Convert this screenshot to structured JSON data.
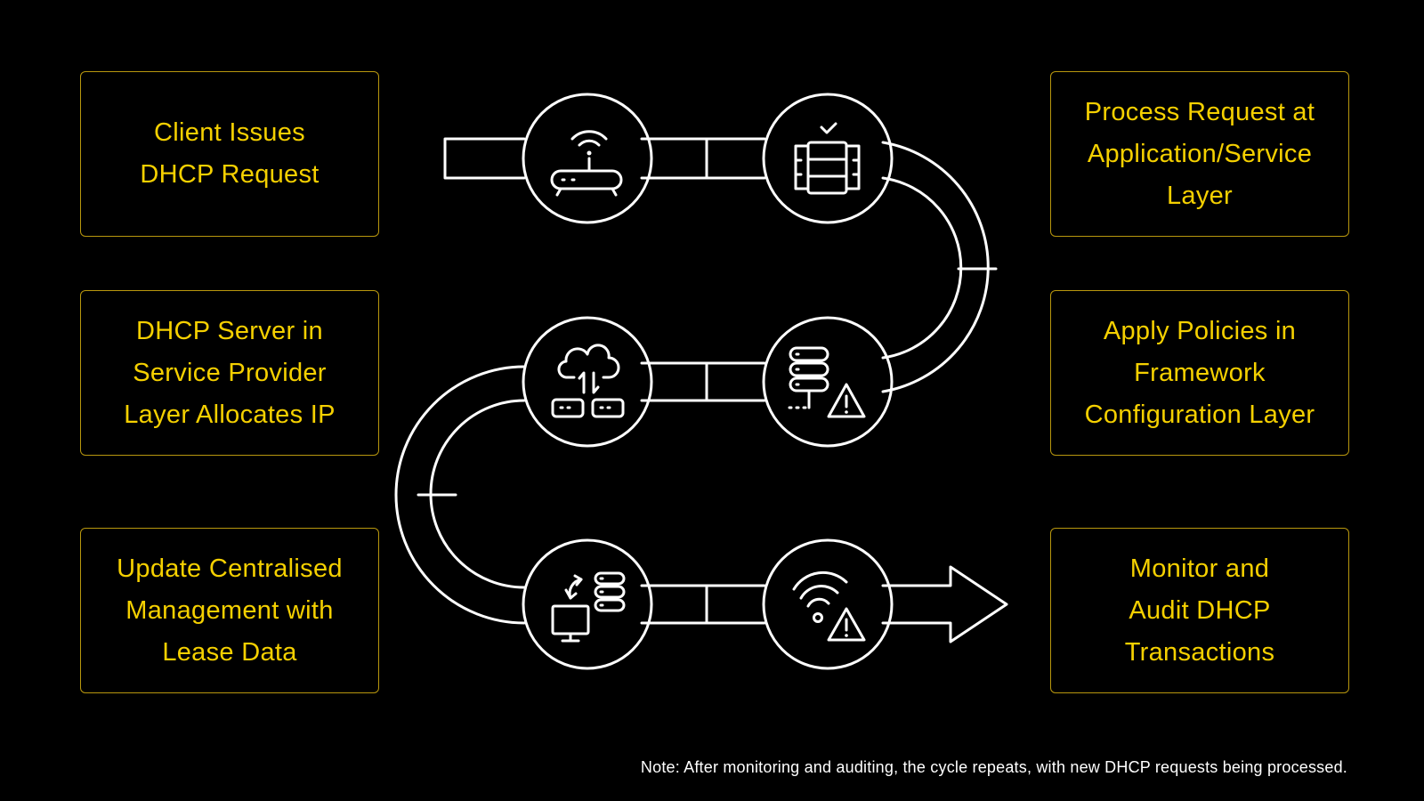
{
  "steps": {
    "left": [
      {
        "label": "Client Issues DHCP Request",
        "lines": [
          "Client Issues",
          "DHCP Request"
        ]
      },
      {
        "label": "DHCP Server in Service Provider Layer Allocates IP",
        "lines": [
          "DHCP Server in",
          "Service Provider",
          "Layer Allocates IP"
        ]
      },
      {
        "label": "Update Centralised Management with Lease Data",
        "lines": [
          "Update Centralised",
          "Management with",
          "Lease Data"
        ]
      }
    ],
    "right": [
      {
        "label": "Process Request at Application/Service Layer",
        "lines": [
          "Process Request at",
          "Application/Service",
          "Layer"
        ]
      },
      {
        "label": "Apply Policies in Framework Configuration Layer",
        "lines": [
          "Apply Policies in",
          "Framework",
          "Configuration Layer"
        ]
      },
      {
        "label": "Monitor and Audit DHCP Transactions",
        "lines": [
          "Monitor and",
          "Audit DHCP",
          "Transactions"
        ]
      }
    ]
  },
  "path_nodes": [
    {
      "icon": "wifi-router-icon"
    },
    {
      "icon": "server-check-icon"
    },
    {
      "icon": "server-warning-icon"
    },
    {
      "icon": "cloud-transfer-icon"
    },
    {
      "icon": "computer-server-sync-icon"
    },
    {
      "icon": "wifi-warning-icon"
    }
  ],
  "note": "Note: After monitoring and auditing, the cycle repeats, with new DHCP requests being processed.",
  "colors": {
    "background": "#000000",
    "accent_text": "#f5d000",
    "box_border": "#b8970e",
    "path_stroke": "#ffffff"
  }
}
